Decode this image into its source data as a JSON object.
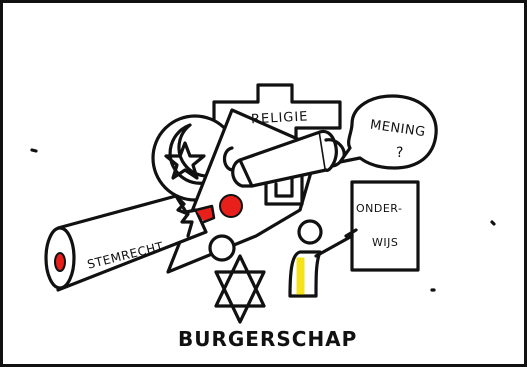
{
  "labels": {
    "religie": "RELIGIE",
    "mening": "MENING",
    "mening_mark": "?",
    "onderwijs_top": "ONDER-",
    "onderwijs_bottom": "WIJS",
    "stemrecht": "STEMRECHT",
    "title": "BURGERSCHAP"
  },
  "colors": {
    "accent_red": "#e8201c",
    "accent_yellow": "#f3e21c",
    "ink": "#111111"
  },
  "icons": [
    "cross-icon",
    "star-crescent-icon",
    "star-of-david-icon",
    "megaphone-icon",
    "telescope-icon",
    "speech-bubble-icon",
    "teacher-figure-icon",
    "whiteboard-icon"
  ]
}
